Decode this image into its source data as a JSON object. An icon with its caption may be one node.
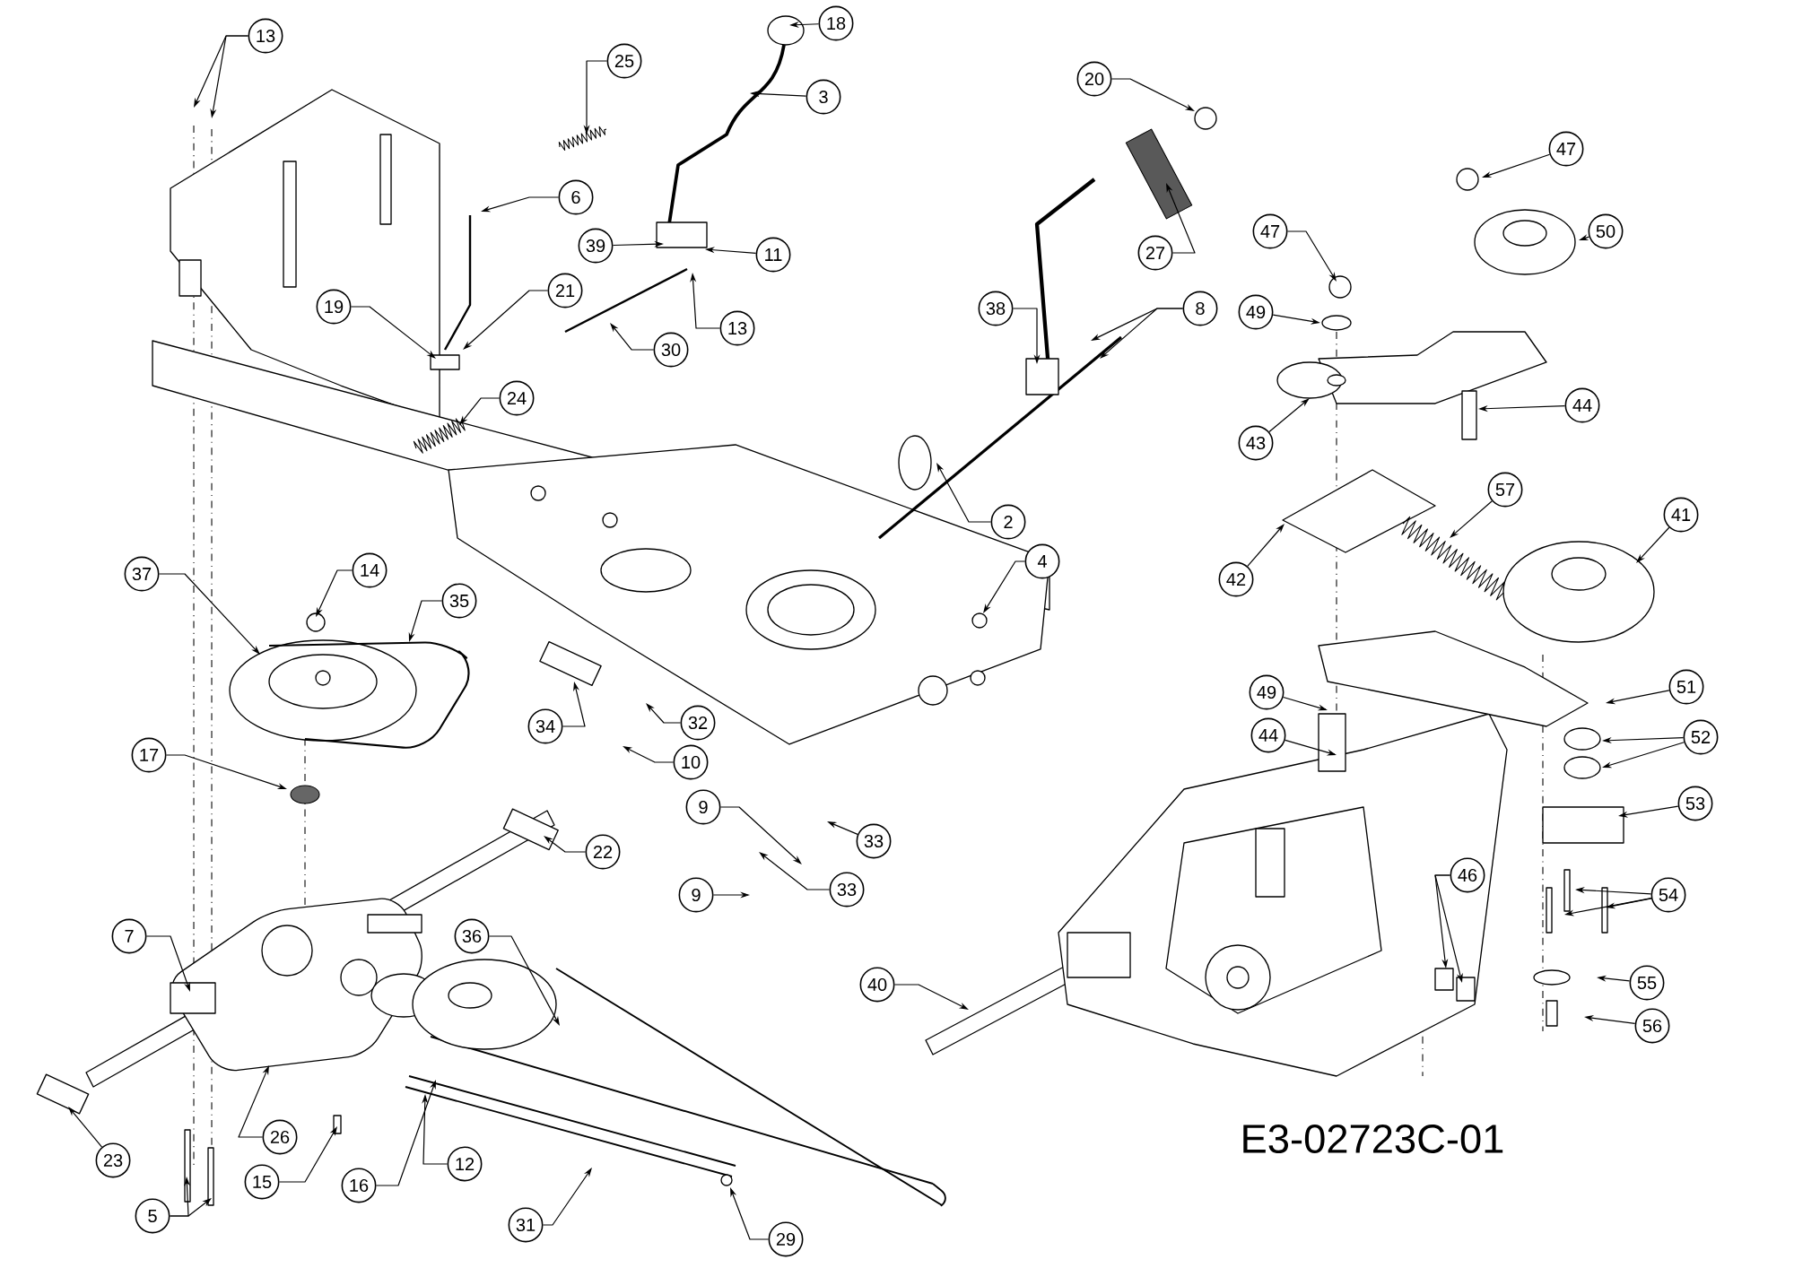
{
  "diagram": {
    "nodes": [
      {
        "text": [
          "13"
        ]
      },
      {
        "text": [
          "25"
        ]
      },
      {
        "text": [
          "18"
        ]
      },
      {
        "text": [
          "3"
        ]
      },
      {
        "text": [
          "6"
        ]
      },
      {
        "text": [
          "39"
        ]
      },
      {
        "text": [
          "11"
        ]
      },
      {
        "text": [
          "13"
        ]
      },
      {
        "text": [
          "21"
        ]
      },
      {
        "text": [
          "19"
        ]
      },
      {
        "text": [
          "30"
        ]
      },
      {
        "text": [
          "24"
        ]
      },
      {
        "text": [
          "20"
        ]
      },
      {
        "text": [
          "27"
        ]
      },
      {
        "text": [
          "38"
        ]
      },
      {
        "text": [
          "8"
        ]
      },
      {
        "text": [
          "47"
        ]
      },
      {
        "text": [
          "47"
        ]
      },
      {
        "text": [
          "50"
        ]
      },
      {
        "text": [
          "49"
        ]
      },
      {
        "text": [
          "44"
        ]
      },
      {
        "text": [
          "43"
        ]
      },
      {
        "text": [
          "2"
        ]
      },
      {
        "text": [
          "4"
        ]
      },
      {
        "text": [
          "42"
        ]
      },
      {
        "text": [
          "57"
        ]
      },
      {
        "text": [
          "41"
        ]
      },
      {
        "text": [
          "37"
        ]
      },
      {
        "text": [
          "14"
        ]
      },
      {
        "text": [
          "35"
        ]
      },
      {
        "text": [
          "17"
        ]
      },
      {
        "text": [
          "34"
        ]
      },
      {
        "text": [
          "32"
        ]
      },
      {
        "text": [
          "10"
        ]
      },
      {
        "text": [
          "9"
        ]
      },
      {
        "text": [
          "33"
        ]
      },
      {
        "text": [
          "33"
        ]
      },
      {
        "text": [
          "9"
        ]
      },
      {
        "text": [
          "22"
        ]
      },
      {
        "text": [
          "7"
        ]
      },
      {
        "text": [
          "36"
        ]
      },
      {
        "text": [
          "26"
        ]
      },
      {
        "text": [
          "23"
        ]
      },
      {
        "text": [
          "5"
        ]
      },
      {
        "text": [
          "15"
        ]
      },
      {
        "text": [
          "16"
        ]
      },
      {
        "text": [
          "12"
        ]
      },
      {
        "text": [
          "31"
        ]
      },
      {
        "text": [
          "29"
        ]
      },
      {
        "text": [
          "40"
        ]
      },
      {
        "text": [
          "49"
        ]
      },
      {
        "text": [
          "44"
        ]
      },
      {
        "text": [
          "51"
        ]
      },
      {
        "text": [
          "52"
        ]
      },
      {
        "text": [
          "53"
        ]
      },
      {
        "text": [
          "46"
        ]
      },
      {
        "text": [
          "54"
        ]
      },
      {
        "text": [
          "55"
        ]
      },
      {
        "text": [
          "56"
        ]
      }
    ],
    "edges": [
      {
        "from": 0,
        "to": null,
        "arrow": "to"
      },
      {
        "from": 0,
        "to": null,
        "arrow": "to"
      },
      {
        "from": 1,
        "to": null,
        "arrow": "to"
      },
      {
        "from": 2,
        "to": null,
        "arrow": "to"
      },
      {
        "from": 3,
        "to": null,
        "arrow": "to"
      },
      {
        "from": 4,
        "to": null,
        "arrow": "to"
      },
      {
        "from": 5,
        "to": null,
        "arrow": "to"
      },
      {
        "from": 6,
        "to": null,
        "arrow": "to"
      },
      {
        "from": 7,
        "to": null,
        "arrow": "to"
      },
      {
        "from": 8,
        "to": null,
        "arrow": "to"
      },
      {
        "from": 9,
        "to": null,
        "arrow": "to"
      },
      {
        "from": 10,
        "to": null,
        "arrow": "to"
      },
      {
        "from": 11,
        "to": null,
        "arrow": "to"
      },
      {
        "from": 12,
        "to": null,
        "arrow": "to"
      },
      {
        "from": 13,
        "to": null,
        "arrow": "to"
      },
      {
        "from": 14,
        "to": null,
        "arrow": "to"
      },
      {
        "from": 15,
        "to": null,
        "arrow": "to"
      },
      {
        "from": 15,
        "to": null,
        "arrow": "to"
      },
      {
        "from": 16,
        "to": null,
        "arrow": "to"
      },
      {
        "from": 17,
        "to": null,
        "arrow": "to"
      },
      {
        "from": 18,
        "to": null,
        "arrow": "to"
      },
      {
        "from": 19,
        "to": null,
        "arrow": "to"
      },
      {
        "from": 20,
        "to": null,
        "arrow": "to"
      },
      {
        "from": 21,
        "to": null,
        "arrow": "to"
      },
      {
        "from": 22,
        "to": null,
        "arrow": "to"
      },
      {
        "from": 23,
        "to": null,
        "arrow": "to"
      },
      {
        "from": 24,
        "to": null,
        "arrow": "to"
      },
      {
        "from": 25,
        "to": null,
        "arrow": "to"
      },
      {
        "from": 26,
        "to": null,
        "arrow": "to"
      },
      {
        "from": 27,
        "to": null,
        "arrow": "to"
      },
      {
        "from": 28,
        "to": null,
        "arrow": "to"
      },
      {
        "from": 29,
        "to": null,
        "arrow": "to"
      },
      {
        "from": 30,
        "to": null,
        "arrow": "to"
      },
      {
        "from": 31,
        "to": null,
        "arrow": "to"
      },
      {
        "from": 32,
        "to": null,
        "arrow": "to"
      },
      {
        "from": 33,
        "to": null,
        "arrow": "to"
      },
      {
        "from": 34,
        "to": null,
        "arrow": "to"
      },
      {
        "from": 35,
        "to": null,
        "arrow": "to"
      },
      {
        "from": 36,
        "to": null,
        "arrow": "to"
      },
      {
        "from": 37,
        "to": null,
        "arrow": "to"
      },
      {
        "from": 38,
        "to": null,
        "arrow": "to"
      },
      {
        "from": 39,
        "to": null,
        "arrow": "to"
      },
      {
        "from": 40,
        "to": null,
        "arrow": "to"
      },
      {
        "from": 41,
        "to": null,
        "arrow": "to"
      },
      {
        "from": 42,
        "to": null,
        "arrow": "to"
      },
      {
        "from": 43,
        "to": null,
        "arrow": "to"
      },
      {
        "from": 43,
        "to": null,
        "arrow": "to"
      },
      {
        "from": 44,
        "to": null,
        "arrow": "to"
      },
      {
        "from": 45,
        "to": null,
        "arrow": "to"
      },
      {
        "from": 46,
        "to": null,
        "arrow": "to"
      },
      {
        "from": 47,
        "to": null,
        "arrow": "to"
      },
      {
        "from": 48,
        "to": null,
        "arrow": "to"
      },
      {
        "from": 49,
        "to": null,
        "arrow": "to"
      },
      {
        "from": 50,
        "to": null,
        "arrow": "to"
      },
      {
        "from": 51,
        "to": null,
        "arrow": "to"
      },
      {
        "from": 52,
        "to": null,
        "arrow": "to"
      },
      {
        "from": 53,
        "to": null,
        "arrow": "to"
      },
      {
        "from": 53,
        "to": null,
        "arrow": "to"
      },
      {
        "from": 54,
        "to": null,
        "arrow": "to"
      },
      {
        "from": 55,
        "to": null,
        "arrow": "to"
      },
      {
        "from": 55,
        "to": null,
        "arrow": "to"
      },
      {
        "from": 56,
        "to": null,
        "arrow": "to"
      },
      {
        "from": 56,
        "to": null,
        "arrow": "to"
      },
      {
        "from": 56,
        "to": null,
        "arrow": "to"
      },
      {
        "from": 57,
        "to": null,
        "arrow": "to"
      },
      {
        "from": 58,
        "to": null,
        "arrow": "to"
      }
    ],
    "labels": [
      "E3-02723C-01"
    ]
  }
}
